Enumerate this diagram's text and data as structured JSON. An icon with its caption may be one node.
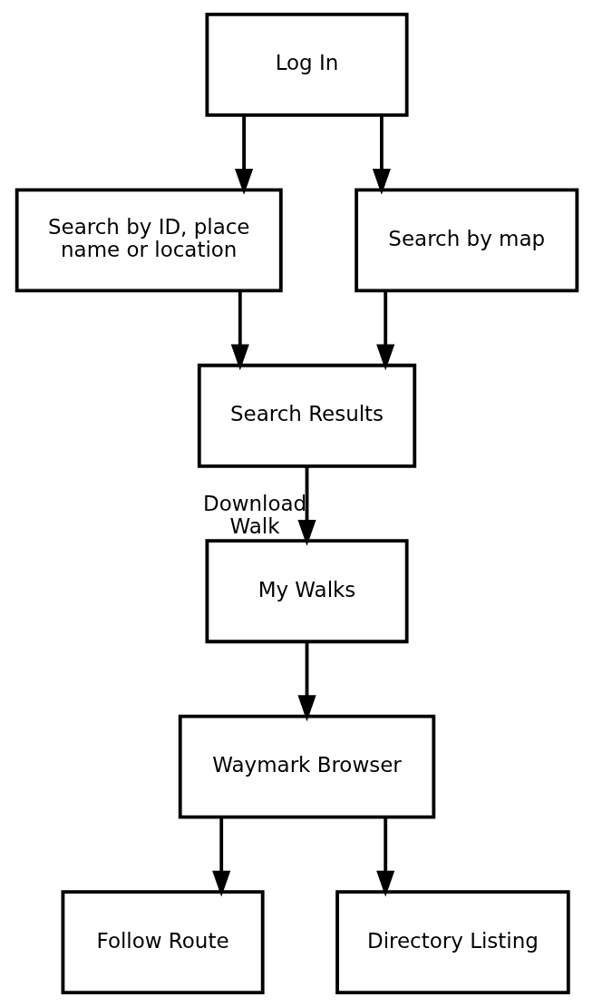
{
  "diagram": {
    "nodes": [
      {
        "text": [
          "Log In"
        ]
      },
      {
        "text": [
          "Search by ID, place name or location"
        ]
      },
      {
        "text": [
          "Search by map"
        ]
      },
      {
        "text": [
          "Search Results"
        ]
      },
      {
        "text": [
          "My Walks"
        ]
      },
      {
        "text": [
          "Waymark Browser"
        ]
      },
      {
        "text": [
          "Follow Route"
        ]
      },
      {
        "text": [
          "Directory Listing"
        ]
      }
    ],
    "edges": [
      {
        "from": 0,
        "to": 1,
        "arrow": "to"
      },
      {
        "from": 0,
        "to": 2,
        "arrow": "to"
      },
      {
        "from": 1,
        "to": 3,
        "arrow": "to"
      },
      {
        "from": 2,
        "to": 3,
        "arrow": "to"
      },
      {
        "from": 3,
        "to": 4,
        "arrow": "to",
        "label": "Download Walk"
      },
      {
        "from": 4,
        "to": 5,
        "arrow": "to"
      },
      {
        "from": 5,
        "to": 6,
        "arrow": "to"
      },
      {
        "from": 5,
        "to": 7,
        "arrow": "to"
      }
    ]
  }
}
